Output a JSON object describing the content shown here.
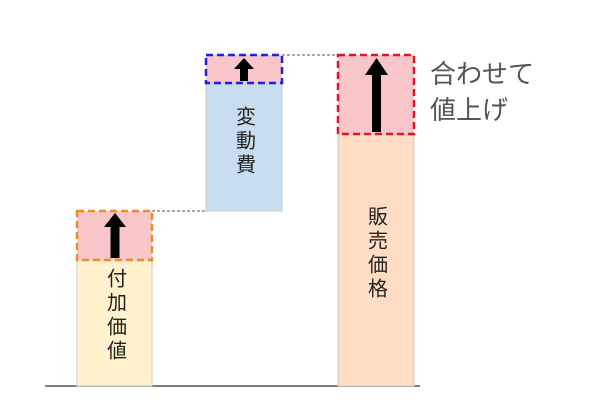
{
  "bars": {
    "added_value": {
      "label": "付加価値",
      "fill": "#FFF2CC",
      "increase_border": "#F08A24"
    },
    "variable_cost": {
      "label": "変動費",
      "fill": "#C9DDF0",
      "increase_border": "#1E22DD"
    },
    "selling_price": {
      "label": "販売価格",
      "fill": "#FFDDC4",
      "increase_border": "#E8102A"
    }
  },
  "increase_fill": "#F8C5C8",
  "note": {
    "line1": "合わせて",
    "line2": "値上げ"
  },
  "icons": {
    "arrow": "up-arrow-icon"
  }
}
